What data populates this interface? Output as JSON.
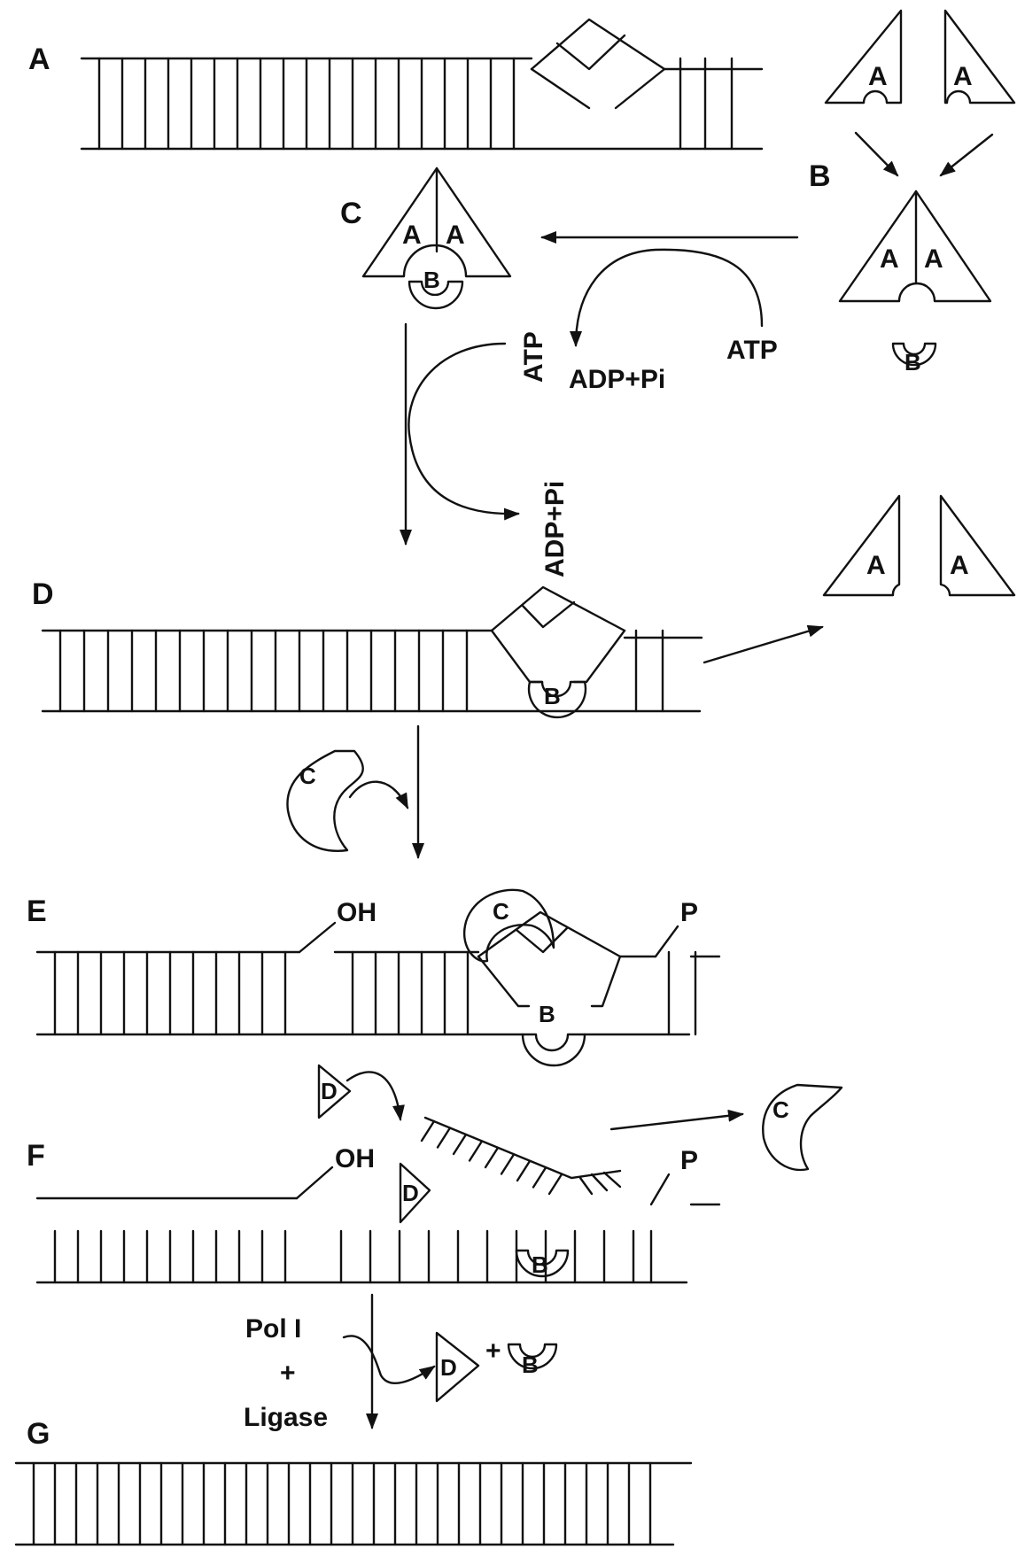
{
  "step_labels": {
    "A": "A",
    "B": "B",
    "C": "C",
    "D": "D",
    "E": "E",
    "F": "F",
    "G": "G"
  },
  "protein_labels": {
    "uvrA": "A",
    "uvrB": "B",
    "uvrC": "C",
    "uvrD": "D"
  },
  "cofactors": {
    "atp": "ATP",
    "adp_pi": "ADP+Pi"
  },
  "ends": {
    "hydroxyl": "OH",
    "phosphate": "P"
  },
  "enzymes": {
    "pol": "Pol I",
    "plus": "+",
    "ligase": "Ligase"
  },
  "plus_sign": "+"
}
